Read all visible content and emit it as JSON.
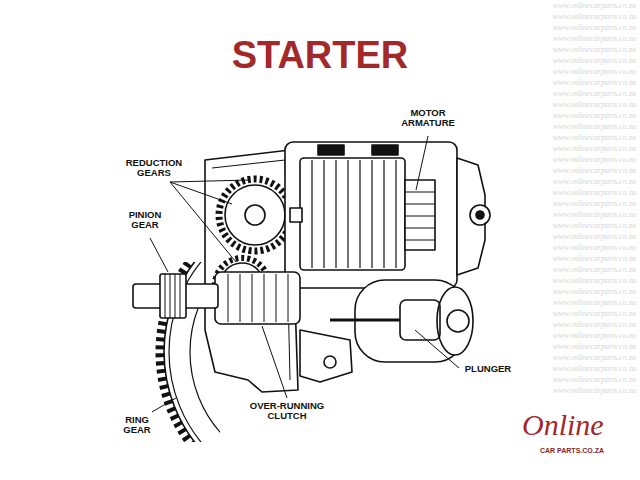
{
  "diagram": {
    "title": "STARTER",
    "labels": [
      "MOTOR ARMATURE",
      "REDUCTION GEARS",
      "PINION GEAR",
      "PLUNGER",
      "RING GEAR",
      "OVER-RUNNING CLUTCH",
      "Online",
      "CAR PARTS.CO.ZA",
      "www.onlinecarparts.co.za",
      "www.onlinecarparts.co.za",
      "www.onlinecarparts.co.za",
      "www.onlinecarparts.co.za",
      "www.onlinecarparts.co.za",
      "www.onlinecarparts.co.za",
      "www.onlinecarparts.co.za",
      "www.onlinecarparts.co.za",
      "www.onlinecarparts.co.za",
      "www.onlinecarparts.co.za",
      "www.onlinecarparts.co.za",
      "www.onlinecarparts.co.za",
      "www.onlinecarparts.co.za",
      "www.onlinecarparts.co.za",
      "www.onlinecarparts.co.za",
      "www.onlinecarparts.co.za",
      "www.onlinecarparts.co.za",
      "www.onlinecarparts.co.za",
      "www.onlinecarparts.co.za",
      "www.onlinecarparts.co.za",
      "www.onlinecarparts.co.za",
      "www.onlinecarparts.co.za",
      "www.onlinecarparts.co.za",
      "www.onlinecarparts.co.za",
      "www.onlinecarparts.co.za",
      "www.onlinecarparts.co.za",
      "www.onlinecarparts.co.za",
      "www.onlinecarparts.co.za",
      "www.onlinecarparts.co.za",
      "www.onlinecarparts.co.za",
      "www.onlinecarparts.co.za",
      "www.onlinecarparts.co.za",
      "www.onlinecarparts.co.za",
      "www.onlinecarparts.co.za",
      "www.onlinecarparts.co.za",
      "www.onlinecarparts.co.za"
    ]
  }
}
